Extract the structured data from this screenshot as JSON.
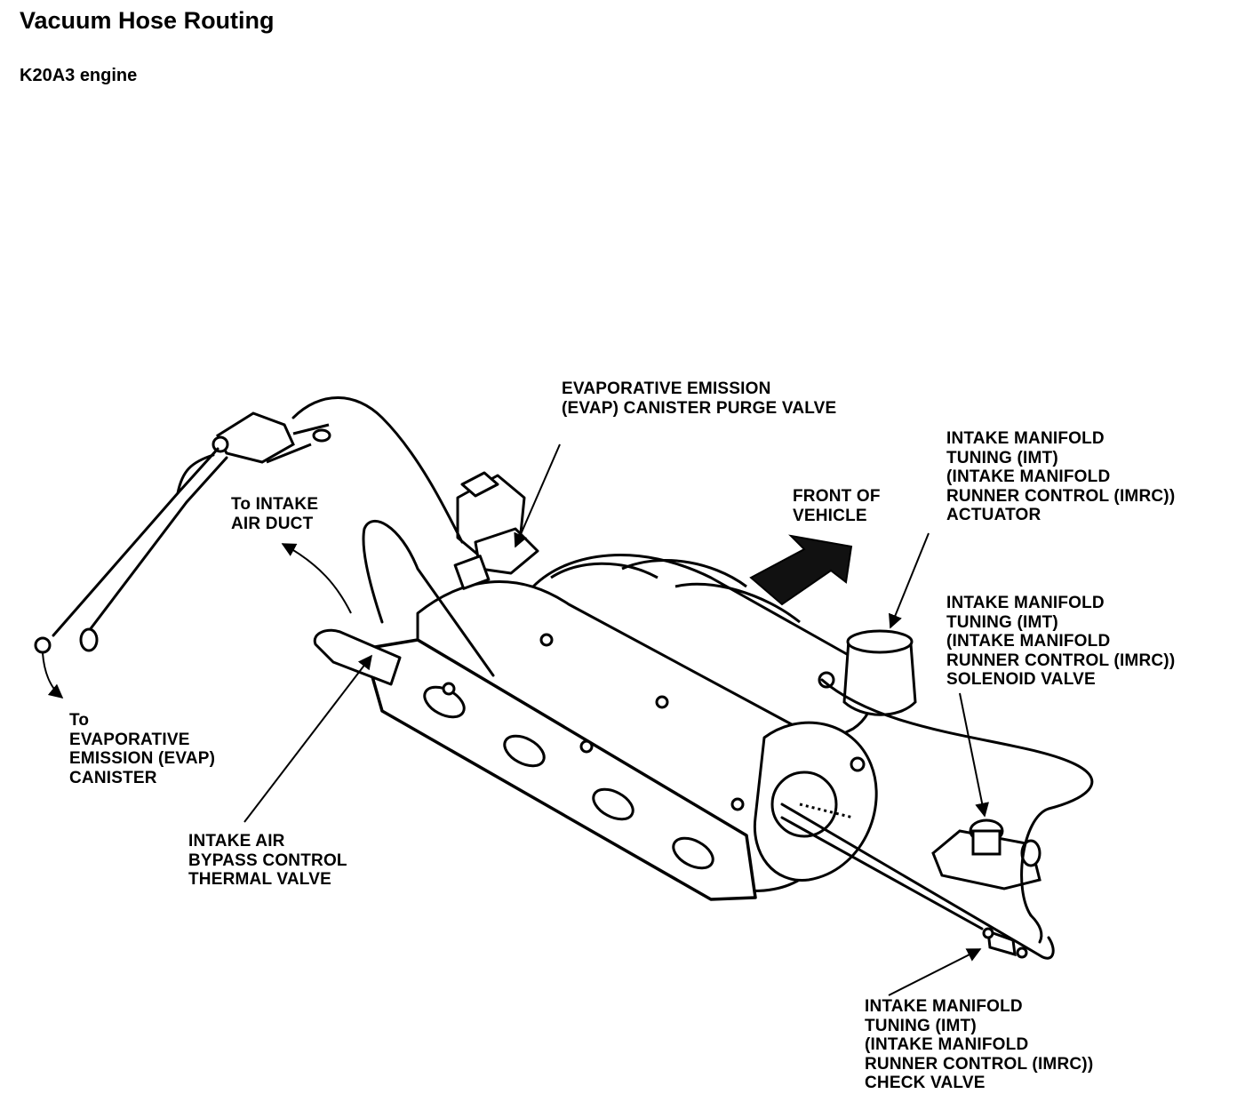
{
  "page": {
    "title": "Vacuum Hose Routing",
    "subtitle": "K20A3 engine"
  },
  "labels": {
    "evap_purge_valve": [
      "EVAPORATIVE EMISSION",
      "(EVAP) CANISTER PURGE VALVE"
    ],
    "imt_actuator": [
      "INTAKE MANIFOLD",
      "TUNING (IMT)",
      "(INTAKE MANIFOLD",
      "RUNNER CONTROL (IMRC))",
      "ACTUATOR"
    ],
    "front_of_vehicle": [
      "FRONT OF",
      "VEHICLE"
    ],
    "to_intake_air_duct": [
      "To INTAKE",
      "AIR DUCT"
    ],
    "imt_solenoid_valve": [
      "INTAKE MANIFOLD",
      "TUNING (IMT)",
      "(INTAKE MANIFOLD",
      "RUNNER CONTROL (IMRC))",
      "SOLENOID VALVE"
    ],
    "to_evap_canister": [
      "To",
      "EVAPORATIVE",
      "EMISSION (EVAP)",
      "CANISTER"
    ],
    "intake_air_bypass_valve": [
      "INTAKE AIR",
      "BYPASS CONTROL",
      "THERMAL VALVE"
    ],
    "imt_check_valve": [
      "INTAKE MANIFOLD",
      "TUNING (IMT)",
      "(INTAKE MANIFOLD",
      "RUNNER CONTROL (IMRC))",
      "CHECK VALVE"
    ]
  }
}
